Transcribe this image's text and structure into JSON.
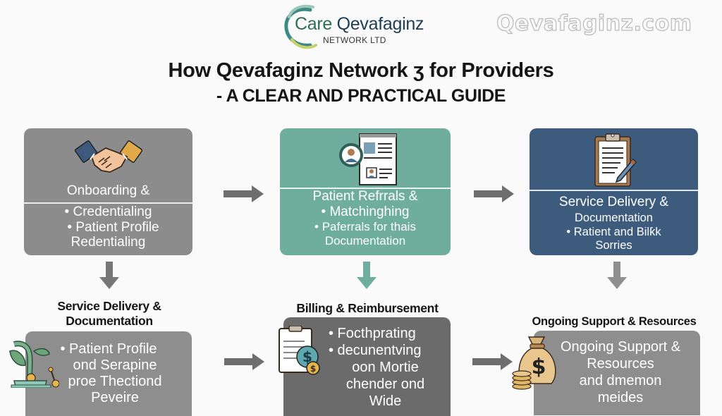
{
  "header": {
    "logo": {
      "brand_first": "Care",
      "brand_second": "Qevafaginz",
      "subtitle": "NETWORK LTD"
    },
    "watermark": "Qevafaginz.com",
    "title_line1": "How Qevafaginz Network ʒ for Providers",
    "title_line2": "- A CLEAR AND PRACTICAL GUIDE"
  },
  "colors": {
    "card_gray": "#8c8c8c",
    "card_teal": "#6fae9d",
    "card_navy": "#3d5b7d",
    "card_dark_gray": "#6b6b6b",
    "arrow_gray": "#6e6e6e",
    "arrow_teal": "#6fae9d",
    "arrow_light_gray": "#8f8f8f"
  },
  "row1": [
    {
      "icon": "handshake-icon",
      "heading": "Onboarding &",
      "lines": [
        "• Credentialing",
        "• Patient Profile",
        "Redentialing"
      ]
    },
    {
      "icon": "profile-document-icon",
      "heading": "Patient Refrrals &",
      "lines": [
        "• Matchinghing",
        "• Paferrals for thais",
        "Documentation"
      ]
    },
    {
      "icon": "clipboard-pen-icon",
      "heading": "Service Delivery &",
      "lines": [
        "Documentation",
        "• Ratient and Bilƙk",
        "Sorries"
      ]
    }
  ],
  "row2": [
    {
      "label_line1": "Service Delivery &",
      "label_line2": "Documentation",
      "icon": "plant-growth-icon",
      "lines": [
        "• Patient Profile",
        "ond Serapine",
        "proe Thectiond",
        "Peveire"
      ]
    },
    {
      "label_line1": "Billing & Reimbursement",
      "icon": "invoice-dollar-icon",
      "lines": [
        "• Focthprating",
        "• decunentving",
        "oon Mortie",
        "chender ond",
        "Wide"
      ]
    },
    {
      "label_line1": "Ongoing Support & Resources",
      "icon": "money-bag-icon",
      "lines": [
        "Ongoing Support &",
        "Resources",
        "and dmemon",
        "meides"
      ]
    }
  ]
}
